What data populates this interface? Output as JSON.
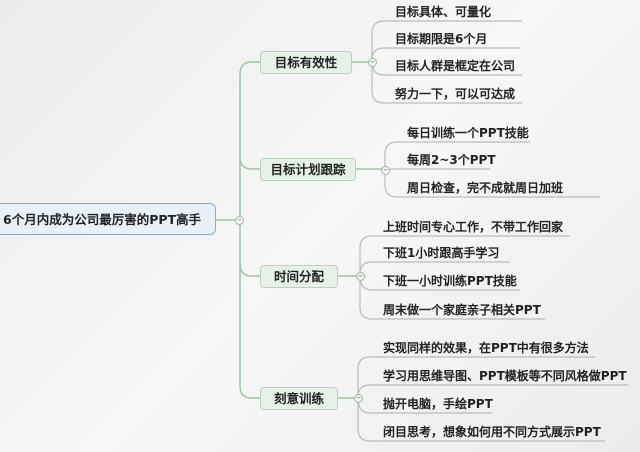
{
  "root": {
    "label": "6个月内成为公司最厉害的PPT高手"
  },
  "branches": [
    {
      "label": "目标有效性",
      "items": [
        "目标具体、可量化",
        "目标期限是6个月",
        "目标人群是框定在公司",
        "努力一下，可以可达成"
      ]
    },
    {
      "label": "目标计划跟踪",
      "items": [
        "每日训练一个PPT技能",
        "每周2~3个PPT",
        "周日检查，完不成就周日加班"
      ]
    },
    {
      "label": "时间分配",
      "items": [
        "上班时间专心工作，不带工作回家",
        "下班1小时跟高手学习",
        "下班一小时训练PPT技能",
        "周末做一个家庭亲子相关PPT"
      ]
    },
    {
      "label": "刻意训练",
      "items": [
        "实现同样的效果，在PPT中有很多方法",
        "学习用思维导图、PPT模板等不同风格做PPT",
        "抛开电脑，手绘PPT",
        "闭目思考，想象如何用不同方式展示PPT"
      ]
    }
  ],
  "colors": {
    "trunk": "#9cc7a3",
    "leafline": "#bbbbbb",
    "root_border": "#8fa6c4"
  }
}
